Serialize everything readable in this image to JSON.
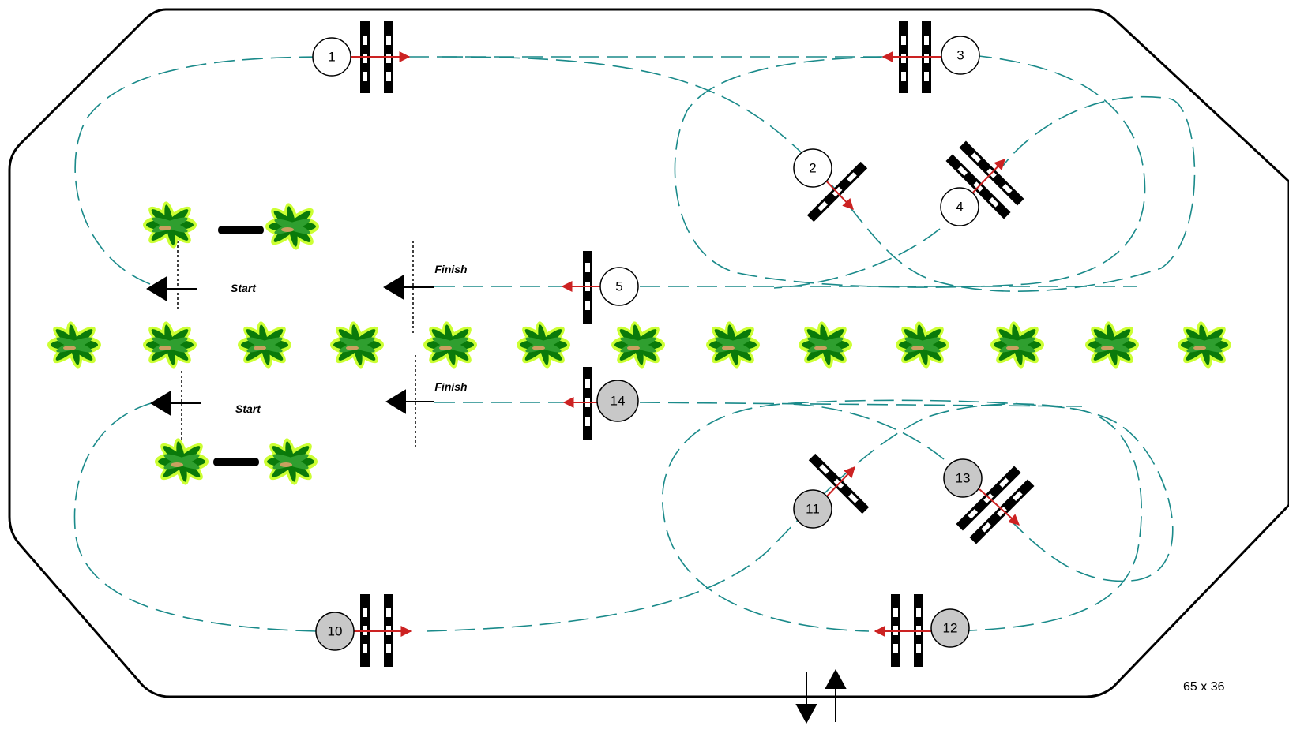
{
  "course": {
    "dimensions": "65 x 36",
    "upper_start_label": "Start",
    "upper_finish_label": "Finish",
    "lower_start_label": "Start",
    "lower_finish_label": "Finish"
  },
  "fences": [
    {
      "number": "1",
      "style": "open"
    },
    {
      "number": "2",
      "style": "open"
    },
    {
      "number": "3",
      "style": "open"
    },
    {
      "number": "4",
      "style": "open"
    },
    {
      "number": "5",
      "style": "open"
    },
    {
      "number": "10",
      "style": "shaded"
    },
    {
      "number": "11",
      "style": "shaded"
    },
    {
      "number": "12",
      "style": "shaded"
    },
    {
      "number": "13",
      "style": "shaded"
    },
    {
      "number": "14",
      "style": "shaded"
    }
  ],
  "colors": {
    "track": "#1a8a8a",
    "arrow_red": "#cc2222",
    "open_circle": "#ffffff",
    "shaded_circle": "#c8c8c8",
    "plant_dark": "#0a7a0a",
    "plant_light": "#ccff33",
    "outline": "#000000"
  },
  "icons": [
    "plant-icon",
    "direction-arrow-icon",
    "jump-rail-icon"
  ]
}
